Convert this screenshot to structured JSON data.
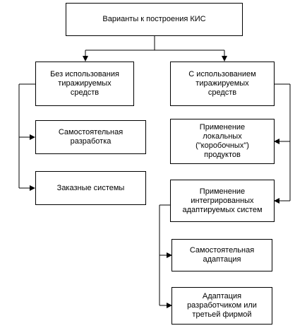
{
  "nodes": {
    "root": "Варианты к построения КИС",
    "left_branch": "Без использования\nтиражируемых\nсредств",
    "right_branch": "С использованием\nтиражируемых\nсредств",
    "self_development": "Самостоятельная\nразработка",
    "custom_systems": "Заказные системы",
    "local_products": "Применение\nлокальных\n(\"коробочных\")\nпродуктов",
    "integrated_systems": "Применение\nинтегрированных\nадаптируемых систем",
    "self_adaptation": "Самостоятельная\nадаптация",
    "vendor_adaptation": "Адаптация\nразработчиком или\nтретьей фирмой"
  },
  "colors": {
    "line": "#000000",
    "box_border": "#000000",
    "background": "#ffffff"
  }
}
